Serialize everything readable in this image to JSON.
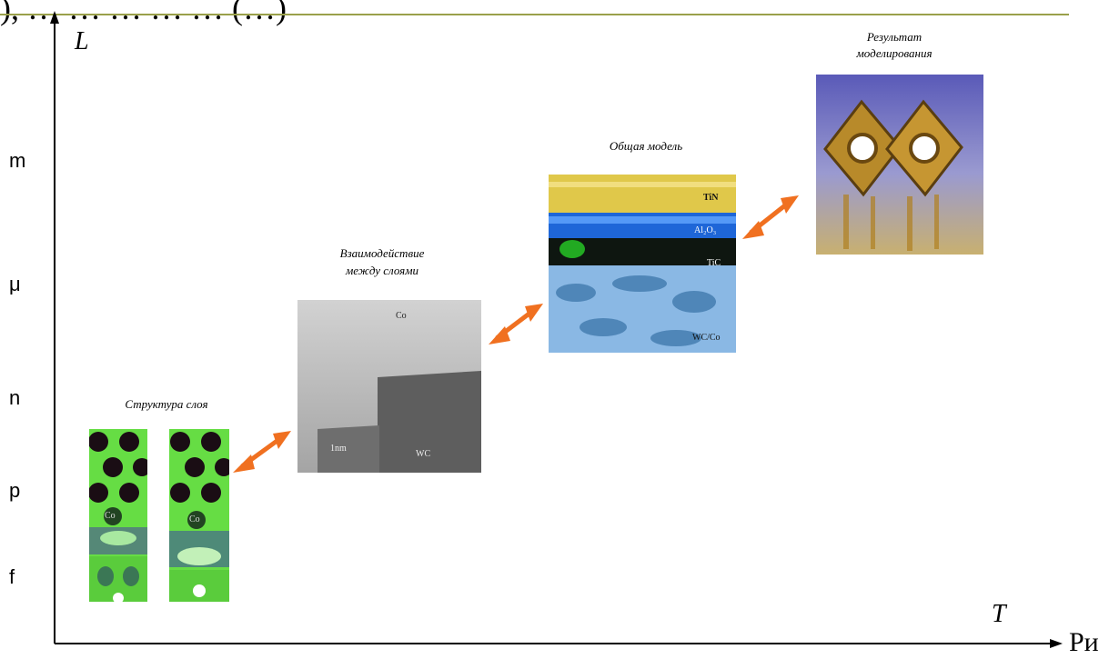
{
  "header": {
    "text": "), … … … … … (…)"
  },
  "axes": {
    "y_label": "L",
    "x_label": "T",
    "y_ticks": [
      "m",
      "μ",
      "n",
      "p",
      "f"
    ]
  },
  "stages": [
    {
      "title_line1": "Структура слоя",
      "title_line2": "",
      "tags": [
        "Co",
        "Co"
      ]
    },
    {
      "title_line1": "Взаимодействие",
      "title_line2": "между слоями",
      "tags": [
        "Co",
        "WC",
        "1nm"
      ]
    },
    {
      "title_line1": "Общая модель",
      "title_line2": "",
      "tags": [
        "TiN",
        "Al₂O₃",
        "TiC",
        "WC/Co"
      ]
    },
    {
      "title_line1": "Результат",
      "title_line2": "моделирования",
      "tags": []
    }
  ],
  "arrow_color": "#f07020",
  "trailing_text": "Ри"
}
